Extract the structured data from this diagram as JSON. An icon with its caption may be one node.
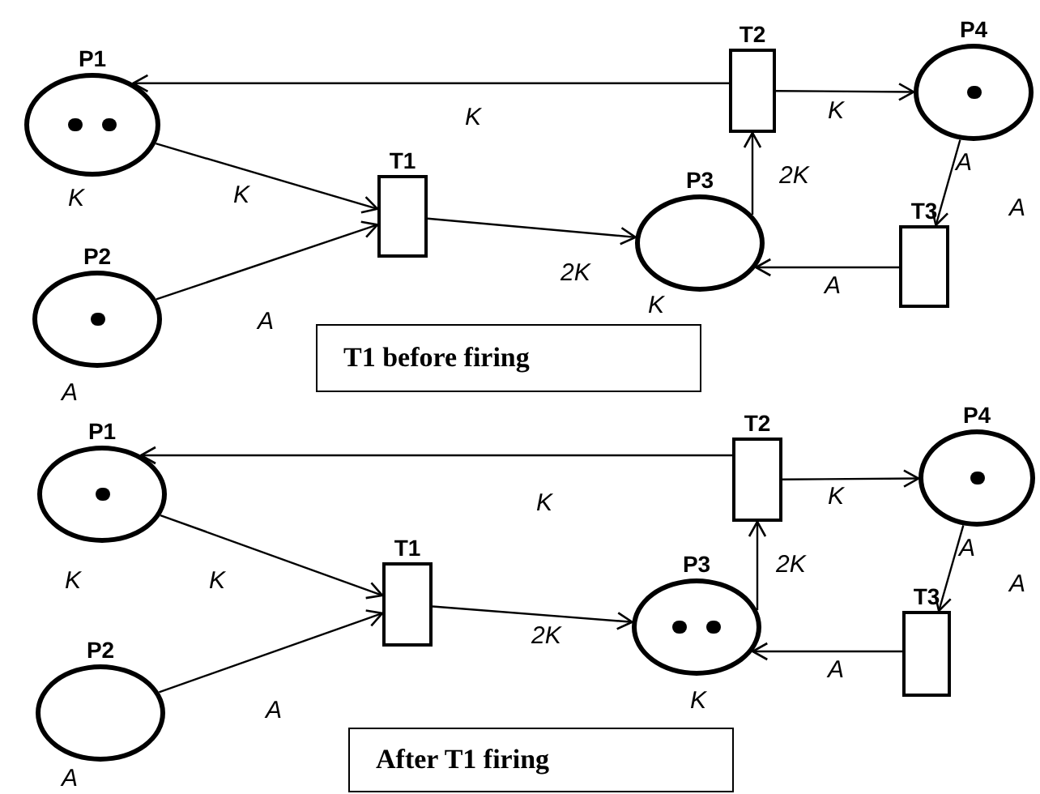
{
  "diagram": {
    "nodes": [
      {
        "text": [
          "P1"
        ],
        "beside": [
          "K"
        ]
      },
      {
        "text": [
          "P2"
        ],
        "beside": [
          "A"
        ]
      },
      {
        "text": [
          "T1"
        ]
      },
      {
        "text": [
          "P3"
        ],
        "beside": [
          "K"
        ]
      },
      {
        "text": [
          "T2"
        ]
      },
      {
        "text": [
          "P4"
        ],
        "beside": [
          "A"
        ]
      },
      {
        "text": [
          "T3"
        ]
      },
      {
        "text": [
          "T1 before firing"
        ]
      },
      {
        "text": [
          "P1"
        ],
        "beside": [
          "K"
        ]
      },
      {
        "text": [
          "P2"
        ],
        "beside": [
          "A"
        ]
      },
      {
        "text": [
          "T1"
        ]
      },
      {
        "text": [
          "P3"
        ],
        "beside": [
          "K"
        ]
      },
      {
        "text": [
          "T2"
        ]
      },
      {
        "text": [
          "P4"
        ],
        "beside": [
          "A"
        ]
      },
      {
        "text": [
          "T3"
        ]
      },
      {
        "text": [
          "After T1 firing"
        ]
      }
    ],
    "edges": [
      {
        "from": 0,
        "to": 2,
        "arrow": "to",
        "label": "K"
      },
      {
        "from": 1,
        "to": 2,
        "arrow": "to",
        "label": "A"
      },
      {
        "from": 2,
        "to": 3,
        "arrow": "to",
        "label": "2K"
      },
      {
        "from": 3,
        "to": 4,
        "arrow": "to",
        "label": "2K"
      },
      {
        "from": 4,
        "to": 0,
        "arrow": "to",
        "label": "K"
      },
      {
        "from": 4,
        "to": 5,
        "arrow": "to",
        "label": "K"
      },
      {
        "from": 5,
        "to": 6,
        "arrow": "to",
        "label": "A"
      },
      {
        "from": 6,
        "to": 3,
        "arrow": "to",
        "label": "A"
      },
      {
        "from": 8,
        "to": 10,
        "arrow": "to",
        "label": "K"
      },
      {
        "from": 9,
        "to": 10,
        "arrow": "to",
        "label": "A"
      },
      {
        "from": 10,
        "to": 11,
        "arrow": "to",
        "label": "2K"
      },
      {
        "from": 11,
        "to": 12,
        "arrow": "to",
        "label": "2K"
      },
      {
        "from": 12,
        "to": 8,
        "arrow": "to",
        "label": "K"
      },
      {
        "from": 12,
        "to": 13,
        "arrow": "to",
        "label": "K"
      },
      {
        "from": 13,
        "to": 14,
        "arrow": "to",
        "label": "A"
      },
      {
        "from": 14,
        "to": 11,
        "arrow": "to",
        "label": "A"
      }
    ]
  }
}
